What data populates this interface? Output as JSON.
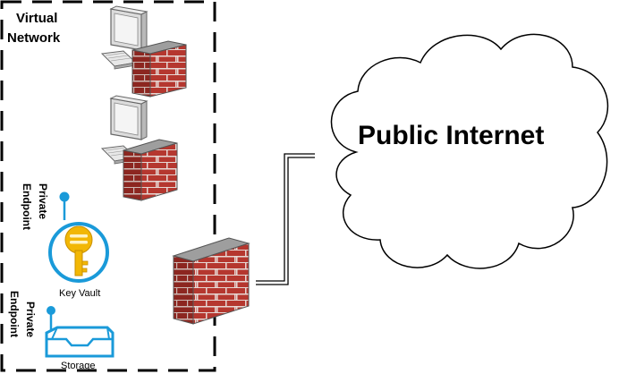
{
  "virtual_network": {
    "title_line1": "Virtual",
    "title_line2": "Network"
  },
  "cloud": {
    "title": "Public Internet"
  },
  "key_vault": {
    "endpoint_line1": "Private",
    "endpoint_line2": "Endpoint",
    "label": "Key Vault"
  },
  "storage": {
    "endpoint_line1": "Private",
    "endpoint_line2": "Endpoint",
    "label": "Storage"
  },
  "colors": {
    "brick": "#b5372f",
    "brick_dark": "#7f1e18",
    "mortar": "#e8e8e8",
    "azure_blue": "#1a9ad9",
    "key_gold": "#f2b705"
  }
}
